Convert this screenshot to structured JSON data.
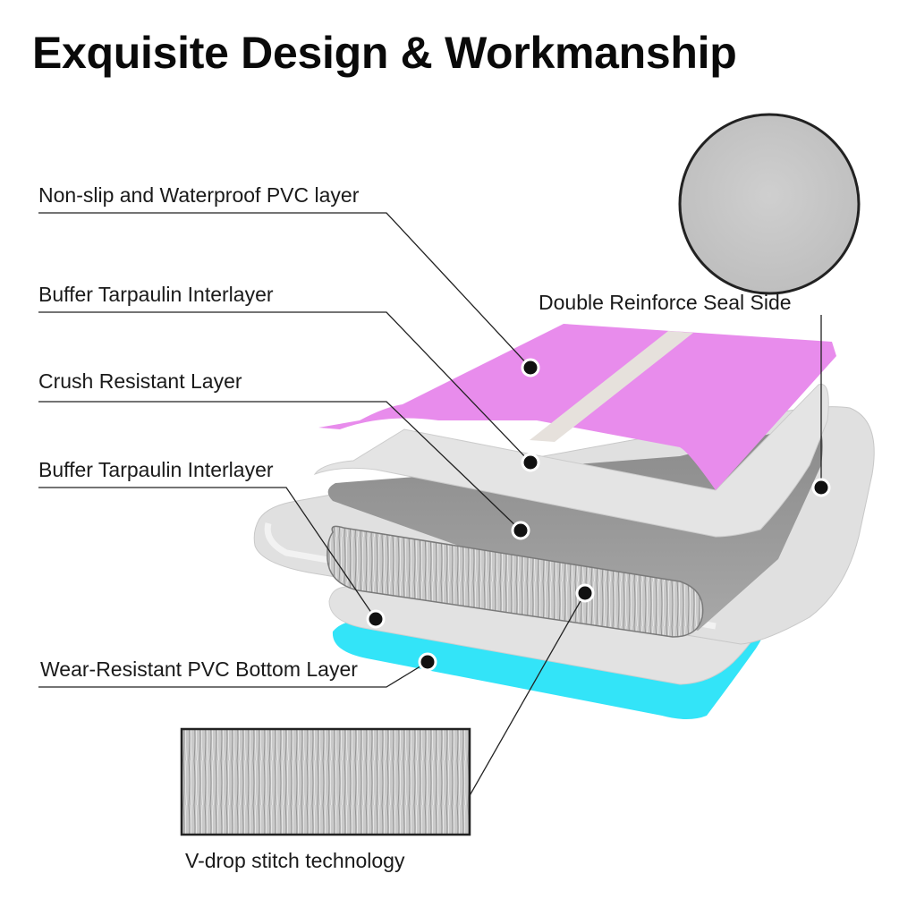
{
  "title": "Exquisite Design & Workmanship",
  "labels": {
    "pvc_top": "Non-slip and Waterproof PVC layer",
    "buffer_top": "Buffer Tarpaulin Interlayer",
    "crush": "Crush Resistant Layer",
    "buffer_bottom": "Buffer Tarpaulin Interlayer",
    "wear_bottom": "Wear-Resistant PVC Bottom Layer",
    "seal_side": "Double Reinforce Seal Side",
    "stitch": "V-drop stitch technology"
  },
  "colors": {
    "pink": "#e88cec",
    "cyan": "#33e4f8",
    "light_gray": "#e2e2e2",
    "mid_gray": "#9a9a9a",
    "leader": "#222222"
  }
}
